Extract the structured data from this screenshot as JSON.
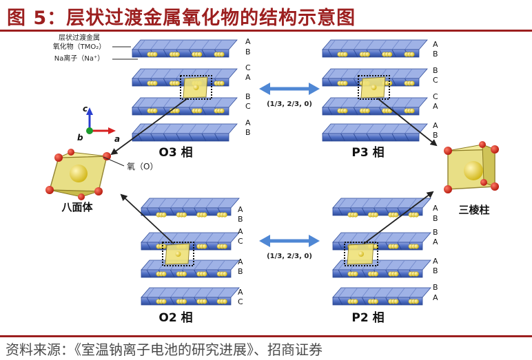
{
  "title": "图 5：层状过渡金属氧化物的结构示意图",
  "source": "资料来源：《室温钠离子电池的研究进展》、招商证券",
  "colors": {
    "accent": "#9c1f1f",
    "layer": "#4f6fc4",
    "sodium": "#e3cf2c",
    "highlight": "#efe27a",
    "arrow": "#4f87d4",
    "oxygen": "#d42a1a"
  },
  "legend": {
    "tmo2": "层状过渡金属氧化物（TMO₂）",
    "tmo2_line1": "层状过渡金属",
    "tmo2_line2": "氧化物（TMO₂）",
    "na": "Na离子（Na⁺）",
    "oxygen": "氧（O）"
  },
  "axes": {
    "a": "a",
    "b": "b",
    "c": "c"
  },
  "phases": {
    "o3": "O3 相",
    "p3": "P3 相",
    "o2": "O2 相",
    "p2": "P2 相"
  },
  "shapes": {
    "octahedron": "八面体",
    "prism": "三棱柱"
  },
  "vector": "(1/3, 2/3, 0)",
  "stacking": {
    "o3": [
      "A",
      "B",
      "C",
      "A",
      "B",
      "C",
      "A",
      "B"
    ],
    "p3": [
      "A",
      "B",
      "B",
      "C",
      "C",
      "A",
      "A",
      "B"
    ],
    "o2": [
      "A",
      "B",
      "A",
      "C",
      "A",
      "B",
      "A",
      "C"
    ],
    "p2": [
      "A",
      "B",
      "B",
      "A",
      "A",
      "B",
      "B",
      "A"
    ]
  }
}
